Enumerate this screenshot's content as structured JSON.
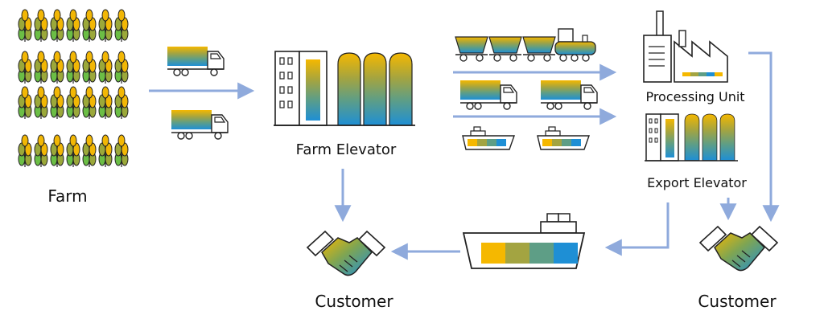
{
  "labels": {
    "farm": "Farm",
    "farm_elevator": "Farm Elevator",
    "processing_unit": "Processing Unit",
    "export_elevator": "Export Elevator",
    "customer_left": "Customer",
    "customer_right": "Customer"
  },
  "colors": {
    "arrow": "#8FAADC",
    "wheat_yellow": "#F2B705",
    "wheat_olive": "#9BA83A",
    "wheat_green": "#6BBE45",
    "grain_yellow": "#F5B800",
    "grain_olive": "#A3A441",
    "grain_teal": "#5E9E86",
    "grain_blue": "#1E8FD5",
    "outline": "#222222"
  },
  "icons": {
    "farm": "wheat-field-icon",
    "trucks": "truck-icon",
    "train": "freight-train-icon",
    "ships": "cargo-ship-icon",
    "farm_elevator": "grain-elevator-icon",
    "processing_unit": "factory-icon",
    "export_elevator": "grain-elevator-icon",
    "customer": "handshake-icon"
  }
}
